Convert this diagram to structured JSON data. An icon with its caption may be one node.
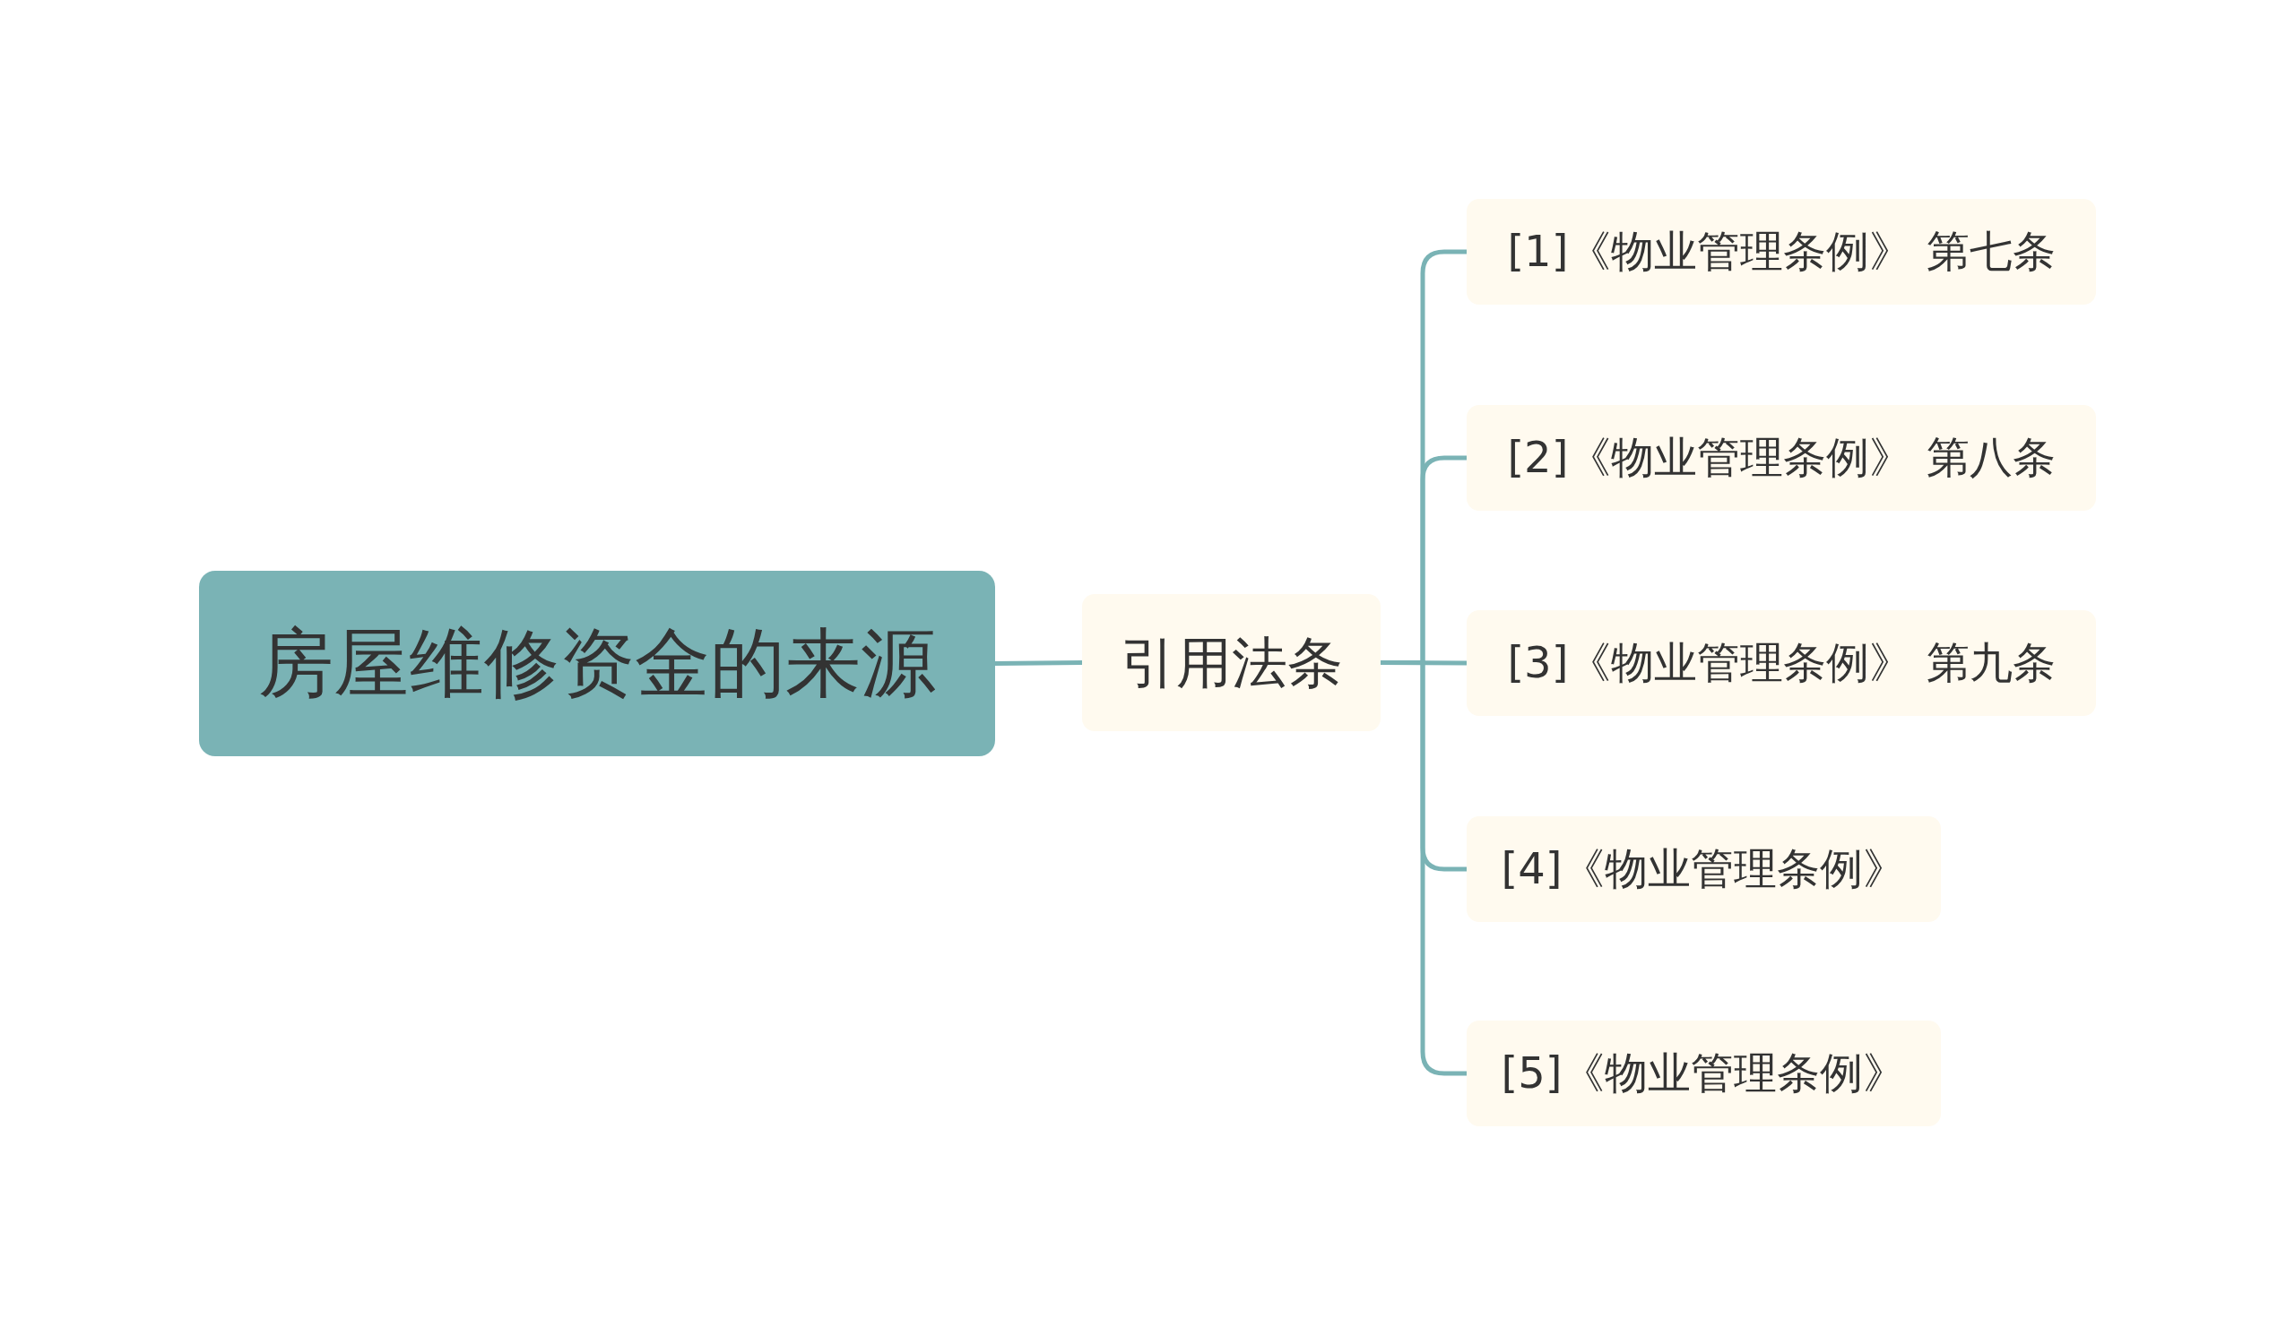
{
  "diagram": {
    "nodes": [
      {
        "text": [
          "房屋维修资金的来源"
        ]
      },
      {
        "text": [
          "引用法条"
        ]
      },
      {
        "text": [
          "[1]《物业管理条例》 第七条"
        ]
      },
      {
        "text": [
          "[2]《物业管理条例》 第八条"
        ]
      },
      {
        "text": [
          "[3]《物业管理条例》 第九条"
        ]
      },
      {
        "text": [
          "[4]《物业管理条例》"
        ]
      },
      {
        "text": [
          "[5]《物业管理条例》"
        ]
      }
    ],
    "edges": [
      {
        "from": 0,
        "to": 1,
        "arrow": "none"
      },
      {
        "from": 1,
        "to": 2,
        "arrow": "none"
      },
      {
        "from": 1,
        "to": 3,
        "arrow": "none"
      },
      {
        "from": 1,
        "to": 4,
        "arrow": "none"
      },
      {
        "from": 1,
        "to": 5,
        "arrow": "none"
      },
      {
        "from": 1,
        "to": 6,
        "arrow": "none"
      }
    ]
  }
}
